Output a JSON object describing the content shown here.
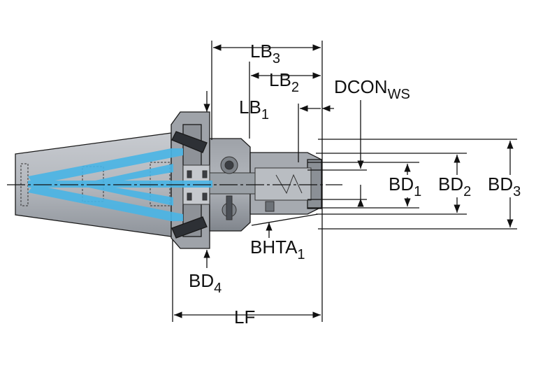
{
  "labels": {
    "lb3": {
      "main": "LB",
      "sub": "3"
    },
    "lb2": {
      "main": "LB",
      "sub": "2"
    },
    "lb1": {
      "main": "LB",
      "sub": "1"
    },
    "dcon": {
      "main": "DCON",
      "sub": "WS"
    },
    "bd1": {
      "main": "BD",
      "sub": "1"
    },
    "bd2": {
      "main": "BD",
      "sub": "2"
    },
    "bd3": {
      "main": "BD",
      "sub": "3"
    },
    "bd4": {
      "main": "BD",
      "sub": "4"
    },
    "bhta": {
      "main": "BHTA",
      "sub": "1"
    },
    "lf": {
      "main": "LF",
      "sub": ""
    }
  },
  "colors": {
    "body_gray": "#a9adb3",
    "dark_gray": "#5d6168",
    "coolant_blue": "#49b5e6",
    "outline": "#1a1a1a"
  }
}
